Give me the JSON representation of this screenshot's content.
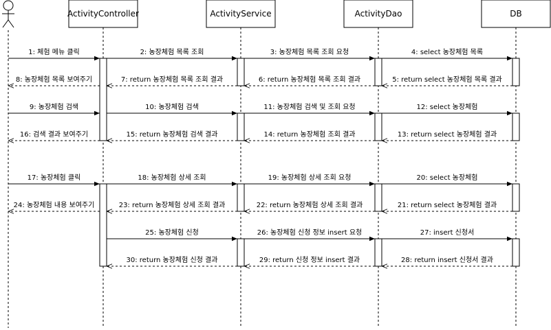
{
  "participants": [
    {
      "id": "actor",
      "kind": "actor",
      "label": ""
    },
    {
      "id": "controller",
      "kind": "box",
      "label": "ActivityController"
    },
    {
      "id": "service",
      "kind": "box",
      "label": "ActivityService"
    },
    {
      "id": "dao",
      "kind": "box",
      "label": "ActivityDao"
    },
    {
      "id": "db",
      "kind": "box",
      "label": "DB"
    }
  ],
  "messages": [
    {
      "id": 1,
      "from": "actor",
      "to": "controller",
      "type": "sync",
      "label": "1: 체험 메뉴 클릭"
    },
    {
      "id": 2,
      "from": "controller",
      "to": "service",
      "type": "sync",
      "label": "2: 농장체험 목록 조회"
    },
    {
      "id": 3,
      "from": "service",
      "to": "dao",
      "type": "sync",
      "label": "3: 농장체험 목록 조회 요청"
    },
    {
      "id": 4,
      "from": "dao",
      "to": "db",
      "type": "sync",
      "label": "4: select 농장체험 목록"
    },
    {
      "id": 5,
      "from": "db",
      "to": "dao",
      "type": "return",
      "label": "5: return select 농장체험 목록 결과"
    },
    {
      "id": 6,
      "from": "dao",
      "to": "service",
      "type": "return",
      "label": "6: return 농장체험 목록 조회 결과"
    },
    {
      "id": 7,
      "from": "service",
      "to": "controller",
      "type": "return",
      "label": "7: return 농장체험 목록 조회 결과"
    },
    {
      "id": 8,
      "from": "controller",
      "to": "actor",
      "type": "return",
      "label": "8: 농장체험 목록 보여주기"
    },
    {
      "id": 9,
      "from": "actor",
      "to": "controller",
      "type": "sync",
      "label": "9: 농장체험 검색"
    },
    {
      "id": 10,
      "from": "controller",
      "to": "service",
      "type": "sync",
      "label": "10: 농장체험 검색"
    },
    {
      "id": 11,
      "from": "service",
      "to": "dao",
      "type": "sync",
      "label": "11: 농장체험 검색 및 조회 요청"
    },
    {
      "id": 12,
      "from": "dao",
      "to": "db",
      "type": "sync",
      "label": "12: select 농장체험"
    },
    {
      "id": 13,
      "from": "db",
      "to": "dao",
      "type": "return",
      "label": "13: return select 농장체험 결과"
    },
    {
      "id": 14,
      "from": "dao",
      "to": "service",
      "type": "return",
      "label": "14: return 농장체험 조회 결과"
    },
    {
      "id": 15,
      "from": "service",
      "to": "controller",
      "type": "return",
      "label": "15: return 농장체험 검색 결과"
    },
    {
      "id": 16,
      "from": "controller",
      "to": "actor",
      "type": "return",
      "label": "16: 검색 결과 보여주기"
    },
    {
      "id": 17,
      "from": "actor",
      "to": "controller",
      "type": "sync",
      "label": "17: 농장체험 클릭"
    },
    {
      "id": 18,
      "from": "controller",
      "to": "service",
      "type": "sync",
      "label": "18: 농장체험 상세 조회"
    },
    {
      "id": 19,
      "from": "service",
      "to": "dao",
      "type": "sync",
      "label": "19: 농장체험 상세 조회 요청"
    },
    {
      "id": 20,
      "from": "dao",
      "to": "db",
      "type": "sync",
      "label": "20: select 농장체험"
    },
    {
      "id": 21,
      "from": "db",
      "to": "dao",
      "type": "return",
      "label": "21: return select 농장체험 결과"
    },
    {
      "id": 22,
      "from": "dao",
      "to": "service",
      "type": "return",
      "label": "22: return 농장체험 상세 조회 결과"
    },
    {
      "id": 23,
      "from": "service",
      "to": "controller",
      "type": "return",
      "label": "23: return 농장체험 상세 조회 결과"
    },
    {
      "id": 24,
      "from": "controller",
      "to": "actor",
      "type": "return",
      "label": "24: 농장체험 내용 보여주기"
    },
    {
      "id": 25,
      "from": "controller",
      "to": "service",
      "type": "sync",
      "label": "25: 농장체험 신청"
    },
    {
      "id": 26,
      "from": "service",
      "to": "dao",
      "type": "sync",
      "label": "26: 농장체험 신청 정보 insert  요청"
    },
    {
      "id": 27,
      "from": "dao",
      "to": "db",
      "type": "sync",
      "label": "27: insert 신청서"
    },
    {
      "id": 28,
      "from": "db",
      "to": "dao",
      "type": "return",
      "label": "28: return insert 신청서 결과"
    },
    {
      "id": 29,
      "from": "dao",
      "to": "service",
      "type": "return",
      "label": "29: return 신청 정보 insert 결과"
    },
    {
      "id": 30,
      "from": "service",
      "to": "controller",
      "type": "return",
      "label": "30: return 농장체험 신청 결과"
    }
  ]
}
